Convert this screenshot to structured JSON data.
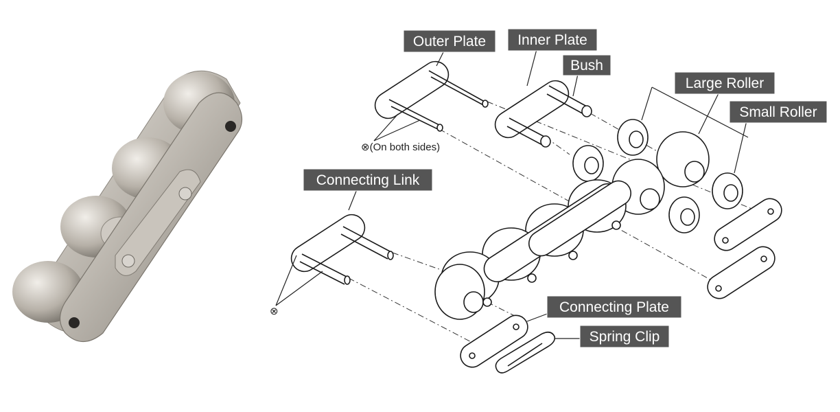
{
  "labels": {
    "outer_plate": "Outer Plate",
    "inner_plate": "Inner Plate",
    "bush": "Bush",
    "large_roller": "Large Roller",
    "small_roller": "Small Roller",
    "connecting_link": "Connecting Link",
    "connecting_plate": "Connecting Plate",
    "spring_clip": "Spring Clip"
  },
  "notes": {
    "both_sides": "⊗(On both sides)",
    "cross_symbol": "⊗"
  }
}
